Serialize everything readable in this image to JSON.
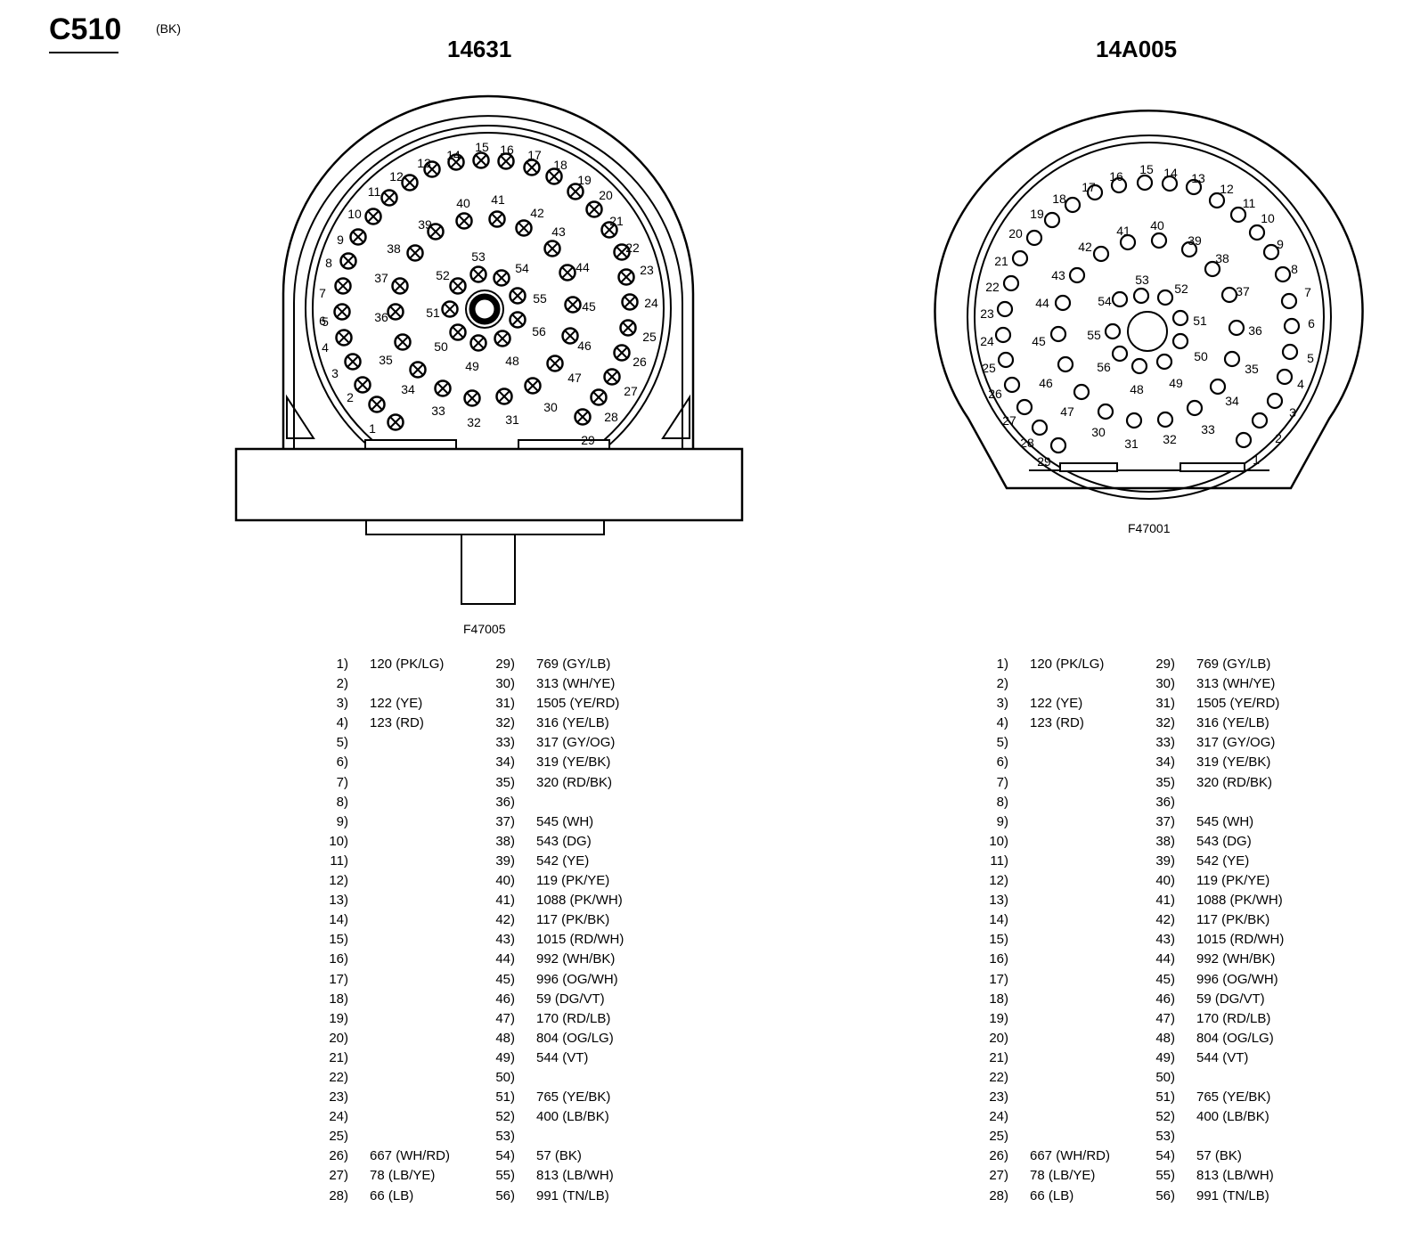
{
  "connector": {
    "title": "C510",
    "color": "(BK)"
  },
  "views": [
    {
      "part_number": "14631",
      "figure_id": "F47005"
    },
    {
      "part_number": "14A005",
      "figure_id": "F47001"
    }
  ],
  "pinout": [
    {
      "n": "1)",
      "v": "120 (PK/LG)"
    },
    {
      "n": "2)",
      "v": ""
    },
    {
      "n": "3)",
      "v": "122 (YE)"
    },
    {
      "n": "4)",
      "v": "123 (RD)"
    },
    {
      "n": "5)",
      "v": ""
    },
    {
      "n": "6)",
      "v": ""
    },
    {
      "n": "7)",
      "v": ""
    },
    {
      "n": "8)",
      "v": ""
    },
    {
      "n": "9)",
      "v": ""
    },
    {
      "n": "10)",
      "v": ""
    },
    {
      "n": "11)",
      "v": ""
    },
    {
      "n": "12)",
      "v": ""
    },
    {
      "n": "13)",
      "v": ""
    },
    {
      "n": "14)",
      "v": ""
    },
    {
      "n": "15)",
      "v": ""
    },
    {
      "n": "16)",
      "v": ""
    },
    {
      "n": "17)",
      "v": ""
    },
    {
      "n": "18)",
      "v": ""
    },
    {
      "n": "19)",
      "v": ""
    },
    {
      "n": "20)",
      "v": ""
    },
    {
      "n": "21)",
      "v": ""
    },
    {
      "n": "22)",
      "v": ""
    },
    {
      "n": "23)",
      "v": ""
    },
    {
      "n": "24)",
      "v": ""
    },
    {
      "n": "25)",
      "v": ""
    },
    {
      "n": "26)",
      "v": "667 (WH/RD)"
    },
    {
      "n": "27)",
      "v": "78 (LB/YE)"
    },
    {
      "n": "28)",
      "v": "66 (LB)"
    },
    {
      "n": "29)",
      "v": "769 (GY/LB)"
    },
    {
      "n": "30)",
      "v": "313 (WH/YE)"
    },
    {
      "n": "31)",
      "v": "1505 (YE/RD)"
    },
    {
      "n": "32)",
      "v": "316 (YE/LB)"
    },
    {
      "n": "33)",
      "v": "317 (GY/OG)"
    },
    {
      "n": "34)",
      "v": "319 (YE/BK)"
    },
    {
      "n": "35)",
      "v": "320 (RD/BK)"
    },
    {
      "n": "36)",
      "v": ""
    },
    {
      "n": "37)",
      "v": "545 (WH)"
    },
    {
      "n": "38)",
      "v": "543 (DG)"
    },
    {
      "n": "39)",
      "v": "542 (YE)"
    },
    {
      "n": "40)",
      "v": "119 (PK/YE)"
    },
    {
      "n": "41)",
      "v": "1088 (PK/WH)"
    },
    {
      "n": "42)",
      "v": "117 (PK/BK)"
    },
    {
      "n": "43)",
      "v": "1015 (RD/WH)"
    },
    {
      "n": "44)",
      "v": "992 (WH/BK)"
    },
    {
      "n": "45)",
      "v": "996 (OG/WH)"
    },
    {
      "n": "46)",
      "v": "59 (DG/VT)"
    },
    {
      "n": "47)",
      "v": "170 (RD/LB)"
    },
    {
      "n": "48)",
      "v": "804 (OG/LG)"
    },
    {
      "n": "49)",
      "v": "544 (VT)"
    },
    {
      "n": "50)",
      "v": ""
    },
    {
      "n": "51)",
      "v": "765 (YE/BK)"
    },
    {
      "n": "52)",
      "v": "400 (LB/BK)"
    },
    {
      "n": "53)",
      "v": ""
    },
    {
      "n": "54)",
      "v": "57 (BK)"
    },
    {
      "n": "55)",
      "v": "813 (LB/WH)"
    },
    {
      "n": "56)",
      "v": "991 (TN/LB)"
    }
  ],
  "pin_labels": [
    "1",
    "2",
    "3",
    "4",
    "5",
    "6",
    "7",
    "8",
    "9",
    "10",
    "11",
    "12",
    "13",
    "14",
    "15",
    "16",
    "17",
    "18",
    "19",
    "20",
    "21",
    "22",
    "23",
    "24",
    "25",
    "26",
    "27",
    "28",
    "29",
    "30",
    "31",
    "32",
    "33",
    "34",
    "35",
    "36",
    "37",
    "38",
    "39",
    "40",
    "41",
    "42",
    "43",
    "44",
    "45",
    "46",
    "47",
    "48",
    "49",
    "50",
    "51",
    "52",
    "53",
    "54",
    "55",
    "56"
  ]
}
